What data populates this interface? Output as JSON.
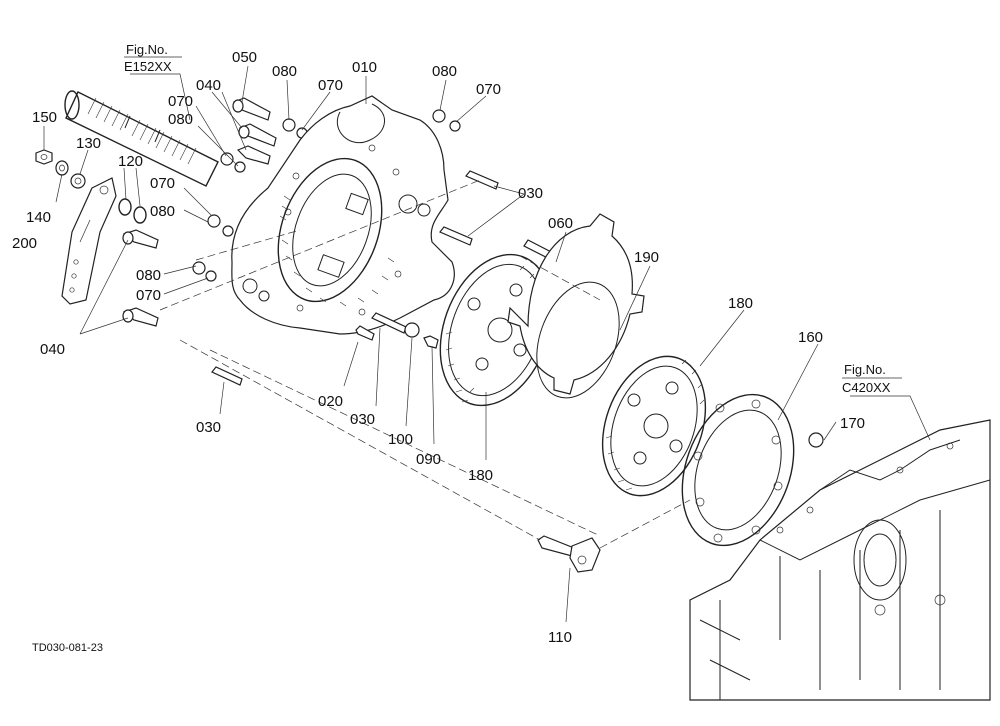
{
  "figure_refs": [
    {
      "line1": "Fig.No.",
      "line2": "E152XX"
    },
    {
      "line1": "Fig.No.",
      "line2": "C420XX"
    }
  ],
  "drawing_id": "TD030-081-23",
  "part_labels": [
    "050",
    "080",
    "070",
    "010",
    "080",
    "070",
    "040",
    "070",
    "080",
    "150",
    "130",
    "120",
    "140",
    "200",
    "070",
    "080",
    "030",
    "060",
    "190",
    "080",
    "070",
    "180",
    "160",
    "040",
    "020",
    "030",
    "100",
    "090",
    "030",
    "180",
    "170",
    "110"
  ]
}
